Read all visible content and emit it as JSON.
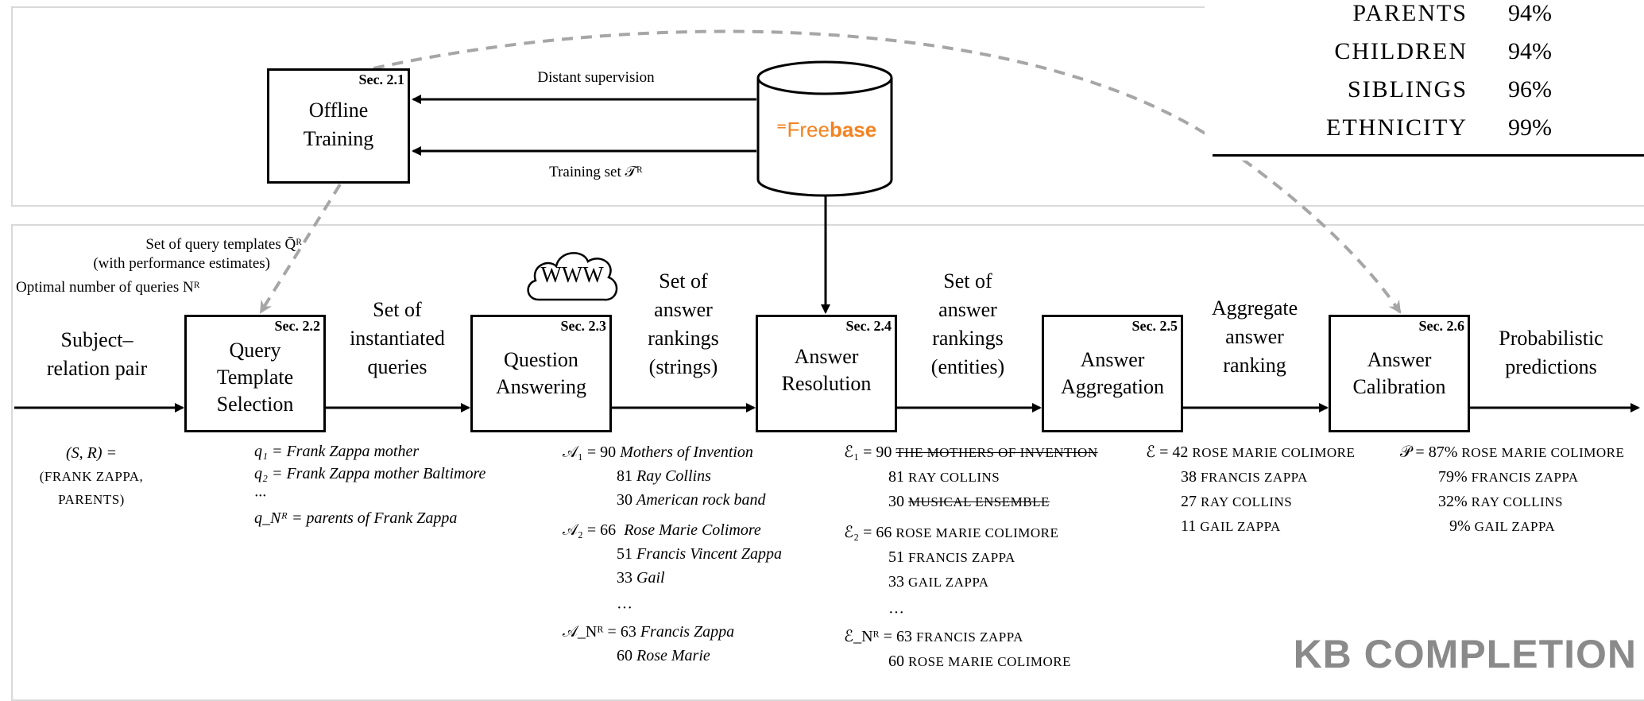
{
  "freebase": {
    "logo_symbol": "⁼",
    "name_light": "Free",
    "name_bold": "base"
  },
  "offline_training": {
    "sec": "Sec. 2.1",
    "line1": "Offline",
    "line2": "Training"
  },
  "edges_top": {
    "distant": "Distant supervision",
    "training_set": "Training set 𝒯ᴿ"
  },
  "templates_note": {
    "line1": "Set of query templates Q̄ᴿ",
    "line2": "(with performance estimates)",
    "line3": "Optimal number of queries Nᴿ"
  },
  "pipeline": {
    "input": {
      "line1": "Subject–",
      "line2": "relation pair"
    },
    "qts": {
      "sec": "Sec. 2.2",
      "line1": "Query",
      "line2": "Template",
      "line3": "Selection"
    },
    "inst": {
      "line1": "Set of",
      "line2": "instantiated",
      "line3": "queries"
    },
    "qa": {
      "sec": "Sec. 2.3",
      "line1": "Question",
      "line2": "Answering",
      "www": "WWW"
    },
    "strings": {
      "line1": "Set of",
      "line2": "answer",
      "line3": "rankings",
      "line4": "(strings)"
    },
    "ar": {
      "sec": "Sec. 2.4",
      "line1": "Answer",
      "line2": "Resolution"
    },
    "entities": {
      "line1": "Set of",
      "line2": "answer",
      "line3": "rankings",
      "line4": "(entities)"
    },
    "agg": {
      "sec": "Sec. 2.5",
      "line1": "Answer",
      "line2": "Aggregation"
    },
    "aggrank": {
      "line1": "Aggregate",
      "line2": "answer",
      "line3": "ranking"
    },
    "cal": {
      "sec": "Sec. 2.6",
      "line1": "Answer",
      "line2": "Calibration"
    },
    "prob": {
      "line1": "Probabilistic",
      "line2": "predictions"
    }
  },
  "examples": {
    "input": {
      "line1": "(S, R) =",
      "line2": "(FRANK ZAPPA,",
      "line3": "PARENTS)"
    },
    "queries": {
      "q1": "q₁ = Frank Zappa mother",
      "q2": "q₂ = Frank Zappa mother Baltimore",
      "dots": "···",
      "qn": "q_Nᴿ = parents of Frank Zappa"
    },
    "strings": {
      "a1": "𝒜₁ = 90",
      "a1_1": "Mothers of Invention",
      "a1_2n": "81",
      "a1_2": "Ray Collins",
      "a1_3n": "30",
      "a1_3": "American rock band",
      "a2": "𝒜₂ = 66",
      "a2_1": "Rose Marie Colimore",
      "a2_2n": "51",
      "a2_2": "Francis Vincent Zappa",
      "a2_3n": "33",
      "a2_3": "Gail",
      "dots": "···",
      "an": "𝒜_Nᴿ = 63",
      "an_1": "Francis Zappa",
      "an_2n": "60",
      "an_2": "Rose Marie"
    },
    "entities": {
      "e1": "ℰ₁ = 90",
      "e1_1": "THE MOTHERS OF INVENTION",
      "e1_2n": "81",
      "e1_2": "RAY COLLINS",
      "e1_3n": "30",
      "e1_3": "MUSICAL ENSEMBLE",
      "e2": "ℰ₂ = 66",
      "e2_1": "ROSE MARIE COLIMORE",
      "e2_2n": "51",
      "e2_2": "FRANCIS ZAPPA",
      "e2_3n": "33",
      "e2_3": "GAIL ZAPPA",
      "dots": "···",
      "en": "ℰ_Nᴿ = 63",
      "en_1": "FRANCIS ZAPPA",
      "en_2n": "60",
      "en_2": "ROSE MARIE COLIMORE"
    },
    "aggregate": {
      "e": "ℰ = 42",
      "r1": "ROSE MARIE COLIMORE",
      "r2n": "38",
      "r2": "FRANCIS ZAPPA",
      "r3n": "27",
      "r3": "RAY COLLINS",
      "r4n": "11",
      "r4": "GAIL ZAPPA"
    },
    "prob": {
      "p": "𝒫 = 87%",
      "r1": "ROSE MARIE COLIMORE",
      "r2n": "79%",
      "r2": "FRANCIS ZAPPA",
      "r3n": "32%",
      "r3": "RAY COLLINS",
      "r4n": "9%",
      "r4": "GAIL ZAPPA"
    }
  },
  "table": {
    "rows": [
      {
        "label": "PARENTS",
        "value": "94%"
      },
      {
        "label": "CHILDREN",
        "value": "94%"
      },
      {
        "label": "SIBLINGS",
        "value": "96%"
      },
      {
        "label": "ETHNICITY",
        "value": "99%"
      }
    ]
  },
  "watermark": "KB COMPLETION",
  "colors": {
    "freebase_orange": "#f58220",
    "dashed_gray": "#a6a6a6",
    "panel_border": "#d9d9d9",
    "watermark": "#8a8a8a"
  }
}
